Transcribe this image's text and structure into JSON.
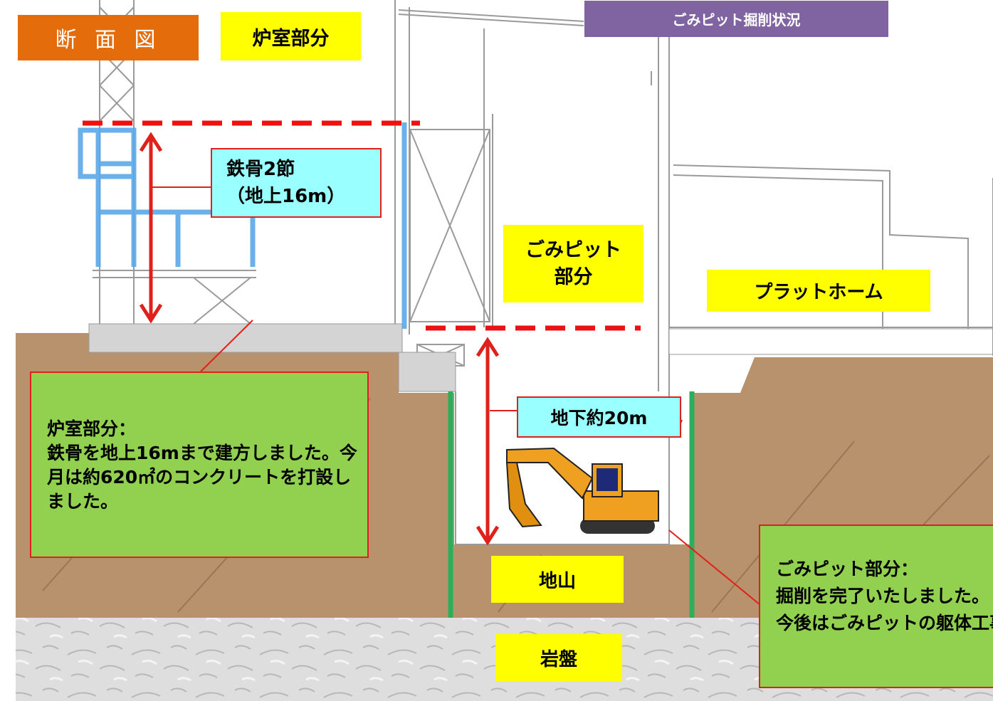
{
  "title": "断 面 図",
  "status_label": "ごみピット掘削状況",
  "labels": {
    "furnace": "炉室部分",
    "pit": "ごみピット\n部分",
    "platform": "プラットホーム",
    "ground": "地山",
    "bedrock": "岩盤"
  },
  "callouts": {
    "steel": "鉄骨2節\n（地上16m）",
    "depth": "地下約20m"
  },
  "notes": {
    "furnace": "炉室部分：\n鉄骨を地上16mまで建方しました。今月は約620㎡のコンクリートを打設しました。",
    "pit": "ごみピット部分：\n掘削を完了いたしました。\n今後はごみピットの躯体工事を開始します。"
  },
  "colors": {
    "soil": "#b8926c",
    "bedrock": "#dcdcdc",
    "steel_highlight": "#5aa9ea",
    "arrow": "#e0201a",
    "level_line": "#ee1111",
    "title_bg": "#e46c0a",
    "status_bg": "#8064a2",
    "label_bg": "#ffff00",
    "callout_bg": "#99ffff",
    "note_bg": "#92d050",
    "sheet_pile": "#2eae5a",
    "excavator": "#f0a020"
  }
}
